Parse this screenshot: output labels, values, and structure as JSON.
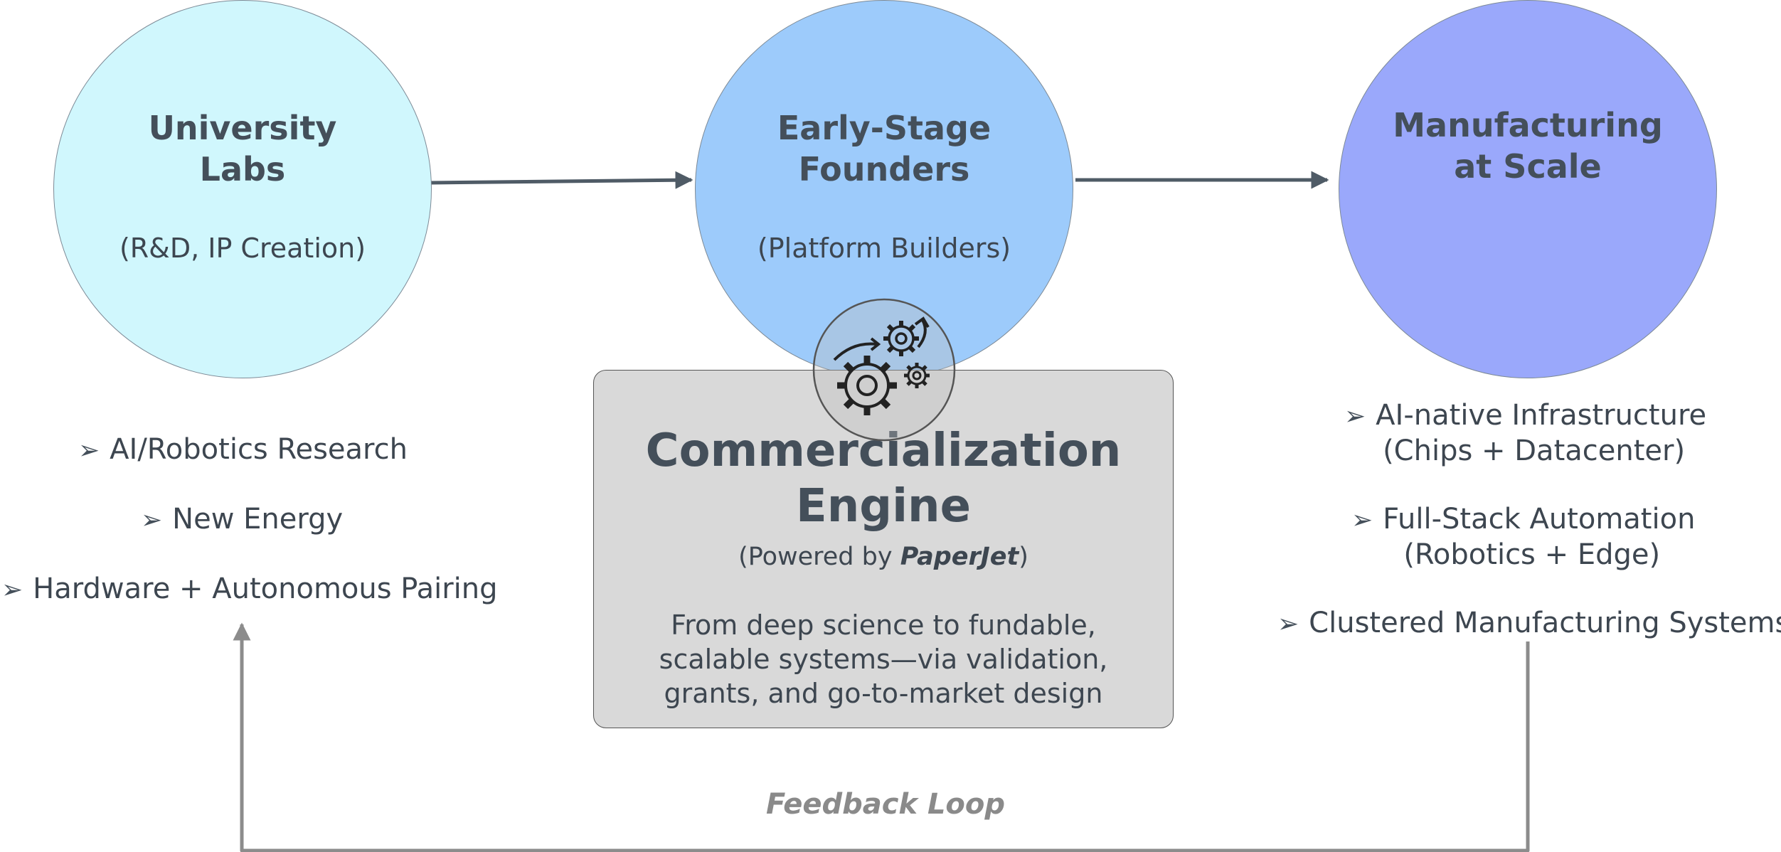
{
  "nodes": {
    "university": {
      "title_line1": "University",
      "title_line2": "Labs",
      "subtitle": "(R&D, IP Creation)"
    },
    "founders": {
      "title_line1": "Early-Stage",
      "title_line2": "Founders",
      "subtitle": "(Platform Builders)"
    },
    "manufacturing": {
      "title_line1": "Manufacturing",
      "title_line2": "at Scale"
    }
  },
  "engine": {
    "title_line1": "Commercialization",
    "title_line2": "Engine",
    "powered_prefix": "(Powered by ",
    "powered_brand": "PaperJet",
    "powered_suffix": ")",
    "description_line1": "From deep science to fundable,",
    "description_line2": "scalable systems—via validation,",
    "description_line3": "grants, and go-to-market design",
    "icon": "gears-icon"
  },
  "bullet_marker": "➢",
  "university_bullets": [
    "AI/Robotics Research",
    "New Energy",
    "Hardware + Autonomous Pairing"
  ],
  "manufacturing_bullets": [
    {
      "line1": "AI-native Infrastructure",
      "line2": "(Chips + Datacenter)"
    },
    {
      "line1": "Full-Stack Automation",
      "line2": "(Robotics + Edge)"
    },
    {
      "line1": "Clustered Manufacturing Systems",
      "line2": ""
    }
  ],
  "feedback_label": "Feedback Loop",
  "colors": {
    "university_fill": "#d0f7fd",
    "founders_fill": "#9dcbfb",
    "manufacturing_fill": "#9aa8fb",
    "engine_fill": "#d9d9d9",
    "arrow": "#4f5b66",
    "feedback_arrow": "#8c8c8c"
  }
}
